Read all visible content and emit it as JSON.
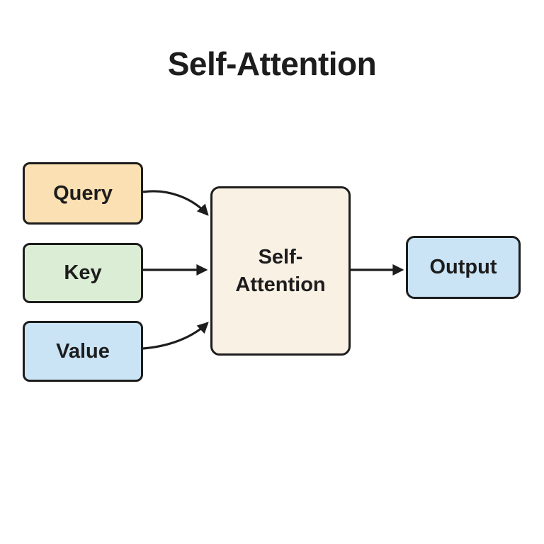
{
  "title": "Self-Attention",
  "diagram": {
    "background": "#ffffff",
    "stroke_color": "#1d1d1d",
    "text_color": "#1d1d1d",
    "nodes": [
      {
        "id": "query",
        "label": "Query",
        "fill": "#FAE0B2"
      },
      {
        "id": "key",
        "label": "Key",
        "fill": "#DCEDD5"
      },
      {
        "id": "value",
        "label": "Value",
        "fill": "#CAE4F6"
      },
      {
        "id": "self_attention",
        "label": "Self-Attention",
        "fill": "#FAF1E5"
      },
      {
        "id": "output",
        "label": "Output",
        "fill": "#CAE4F6"
      }
    ],
    "edges": [
      {
        "from": "query",
        "to": "self_attention",
        "style": "curved"
      },
      {
        "from": "key",
        "to": "self_attention",
        "style": "straight"
      },
      {
        "from": "value",
        "to": "self_attention",
        "style": "curved"
      },
      {
        "from": "self_attention",
        "to": "output",
        "style": "straight"
      }
    ]
  }
}
